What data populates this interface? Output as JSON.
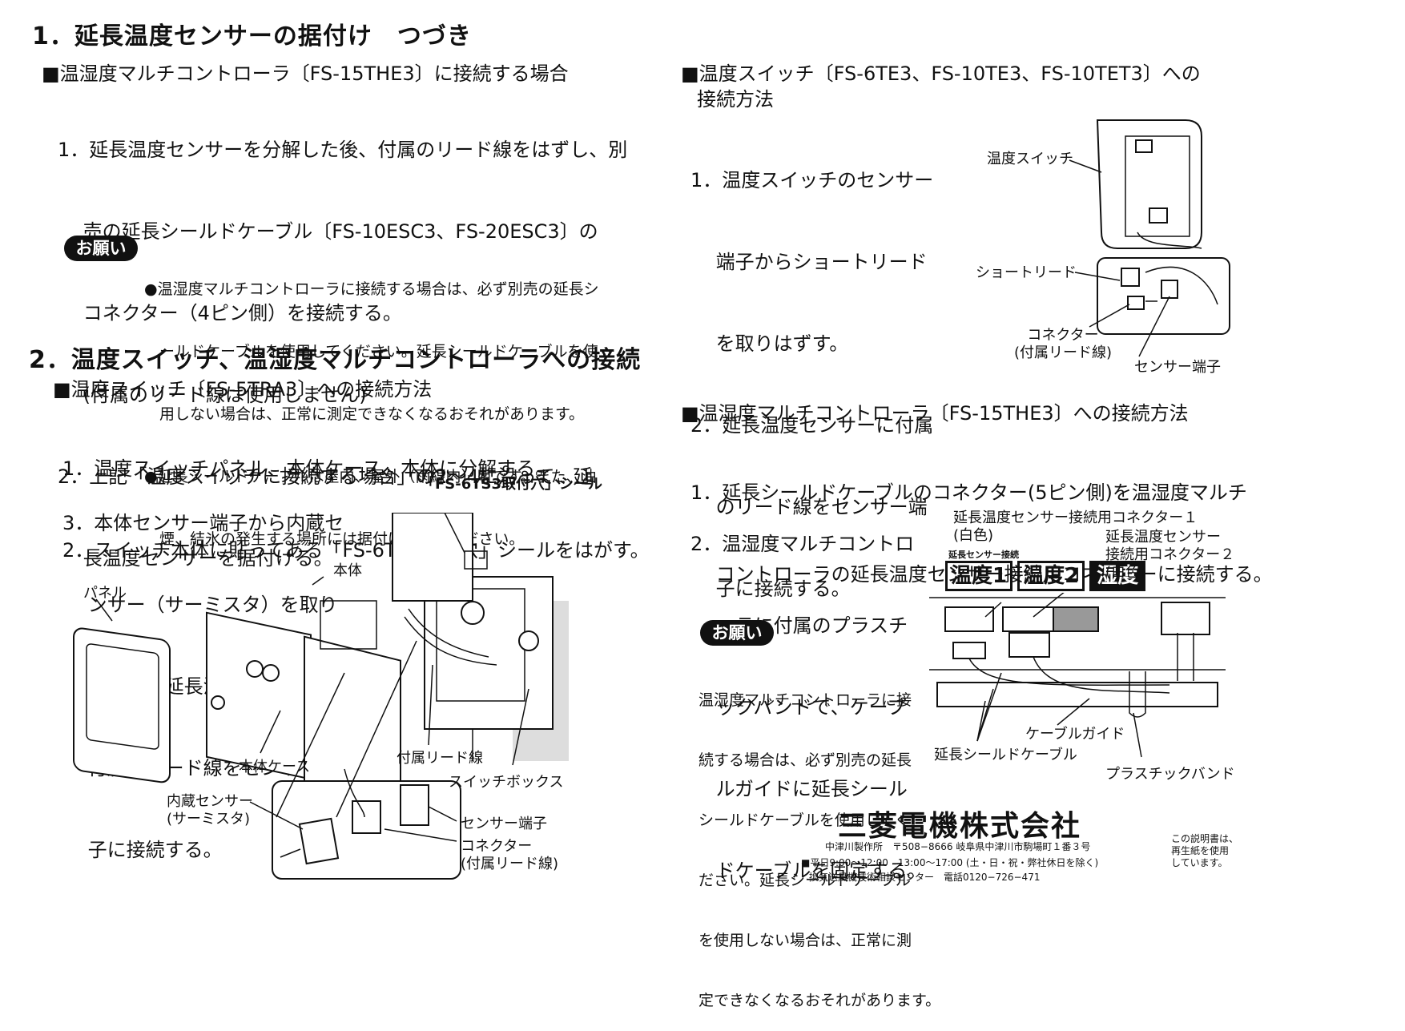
{
  "left": {
    "section1_title": "1．延長温度センサーの据付け　つづき",
    "sub1_heading": "■温湿度マルチコントローラ〔FS-15THE3〕に接続する場合",
    "sub1_items": [
      "1．延長温度センサーを分解した後、付属のリード線をはずし、別",
      "　 売の延長シールドケーブル〔FS-10ESC3、FS-20ESC3〕の",
      "　 コネクター（4ピン側）を接続する。",
      "　 (付属のリード線は使用しません)",
      "2．上記「温度スイッチに接続する場合」の2～4に沿って、延",
      "　 長温度センサーを据付ける。"
    ],
    "onegai_label": "お願い",
    "onegai_lines": [
      "●温湿度マルチコントローラに接続する場合は、必ず別売の延長シ",
      "　ールドケーブルを使用してください。延長シールドケーブルを使",
      "　用しない場合は、正常に測定できなくなるおそれがあります。",
      "●延長シールドケーブルは屋内、屋外（雨線内）用です。また、油",
      "　煙、結氷の発生する場所には据付けないでください。"
    ],
    "section2_title": "2．温度スイッチ、温湿度マルチコントローラへの接続",
    "sub2_heading": "■温度スイッチ〔FS-5TRA3〕への接続方法",
    "sub2_items": [
      "1．温度スイッチパネル、本体ケース、本体に分解する。",
      "2．スイッチ本体に貼ってある「FS-6TS3取付穴」シールをはがす。"
    ],
    "sub2_item3": [
      "3．本体センサー端子から内蔵セ",
      "　 ンサー（サーミスタ）を取り",
      "　 はずし、延長温度センサーに",
      "　 付属のリード線をセンサー端",
      "　 子に接続する。"
    ],
    "fig_labels": {
      "sticker": "「FS-6TS3取付穴」シール",
      "body": "本体",
      "panel": "パネル",
      "body_case": "本体ケース",
      "lead": "付属リード線",
      "switch_box": "スイッチボックス",
      "internal_sensor": "内蔵センサー\n(サーミスタ)",
      "sensor_terminal": "センサー端子",
      "connector": "コネクター\n(付属リード線)"
    }
  },
  "right": {
    "sub3_heading": "■温度スイッチ〔FS-6TE3、FS-10TE3、FS-10TET3〕への",
    "sub3_heading2": "接続方法",
    "sub3_items": [
      "1．温度スイッチのセンサー",
      "　 端子からショートリード",
      "　 を取りはずす。",
      "2．延長温度センサーに付属",
      "　 のリード線をセンサー端",
      "　 子に接続する。"
    ],
    "fig2_labels": {
      "temp_switch": "温度スイッチ",
      "short_lead": "ショートリード",
      "connector": "コネクター\n(付属リード線)",
      "sensor_terminal": "センサー端子"
    },
    "sub4_heading": "■温湿度マルチコントローラ〔FS-15THE3〕への接続方法",
    "sub4_item1": [
      "1．延長シールドケーブルのコネクター(5ピン側)を温湿度マルチ",
      "　 コントローラの延長温度センサー接続用コネクターに接続する。"
    ],
    "sub4_item2": [
      "2．温湿度マルチコントロ",
      "　 ーラに付属のプラスチ",
      "　 ックバンドで、ケーブ",
      "　 ルガイドに延長シール",
      "　 ドケーブルを固定する。"
    ],
    "onegai_label": "お願い",
    "onegai_lines": [
      "温湿度マルチコントローラに接",
      "続する場合は、必ず別売の延長",
      "シールドケーブルを使用してく",
      "ださい。延長シールドケーブル",
      "を使用しない場合は、正常に測",
      "定できなくなるおそれがあります。"
    ],
    "fig3_labels": {
      "conn1": "延長温度センサー接続用コネクター１\n(白色)",
      "conn2": "延長温度センサー\n接続用コネクター２\n(白色)",
      "panel_caption": "延長センサー接続",
      "temp1": "温度1",
      "temp2": "温度2",
      "humid": "湿度",
      "cable_guide": "ケーブルガイド",
      "shield_cable": "延長シールドケーブル",
      "plastic_band": "プラスチックバンド"
    },
    "company": "三菱電機株式会社",
    "factory": "中津川製作所　〒508−8666 岐阜県中津川市駒場町１番３号",
    "hours": "■平日9:00～12:00　13:00～17:00 (土・日・祝・弊社休日を除く)",
    "center": "換気送風機技術相談センター　電話0120−726−471",
    "recycle": "この説明書は、\n再生紙を使用\nしています。"
  }
}
